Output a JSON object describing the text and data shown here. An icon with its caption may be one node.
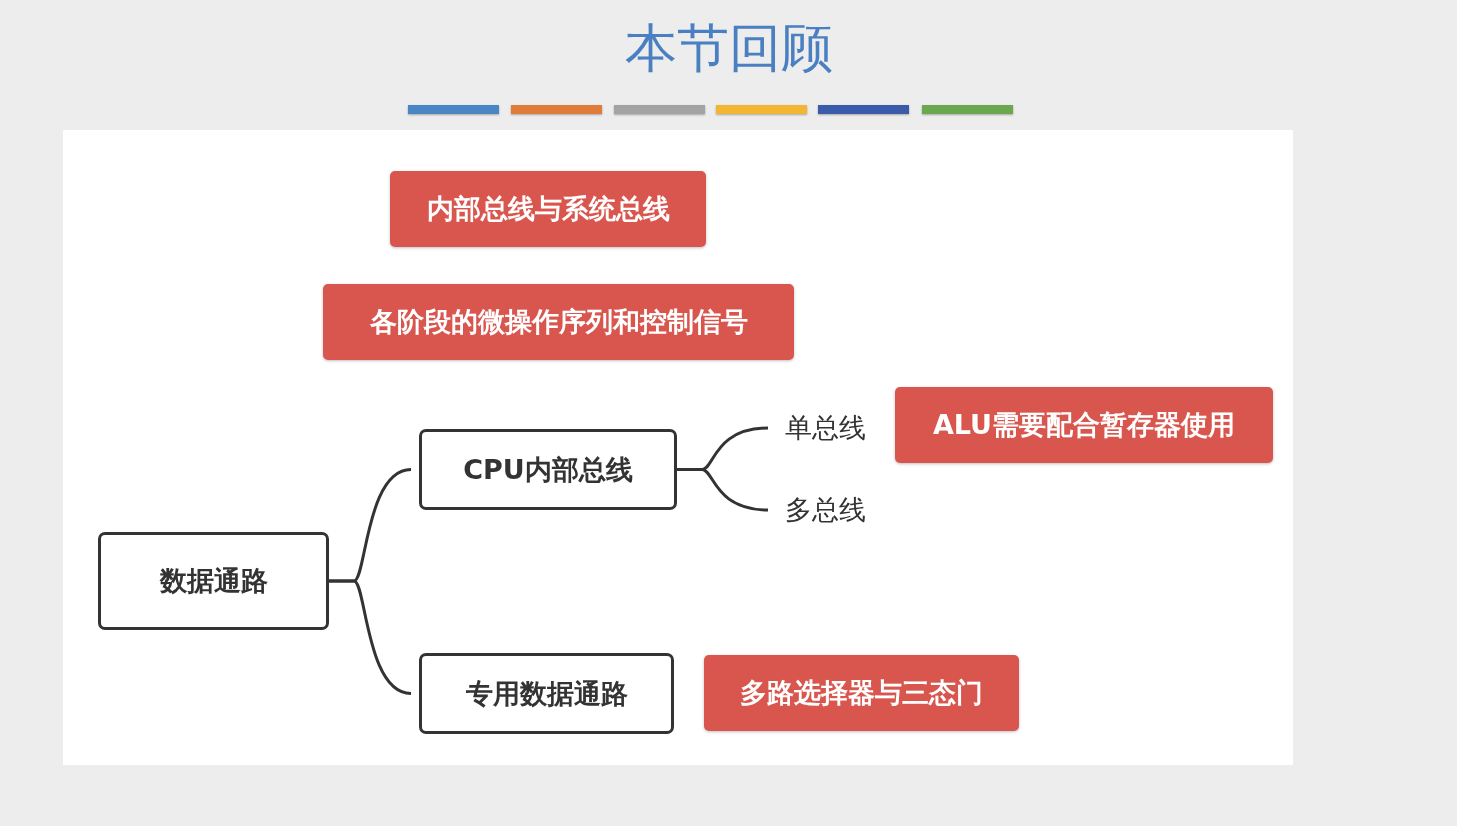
{
  "diagram": {
    "title": "本节回顾",
    "nodes": [
      {
        "text": [
          "内部总线与系统总线"
        ]
      },
      {
        "text": [
          "各阶段的微操作序列和控制信号"
        ]
      },
      {
        "text": [
          "CPU内部总线"
        ]
      },
      {
        "text": [
          "单总线"
        ]
      },
      {
        "text": [
          "ALU需要配合暂存器使用"
        ]
      },
      {
        "text": [
          "多总线"
        ]
      },
      {
        "text": [
          "数据通路"
        ]
      },
      {
        "text": [
          "专用数据通路"
        ]
      },
      {
        "text": [
          "多路选择器与三态门"
        ]
      }
    ],
    "edges": [
      {
        "from": 6,
        "to": 2,
        "arrow": "none"
      },
      {
        "from": 6,
        "to": 7,
        "arrow": "none"
      },
      {
        "from": 2,
        "to": 3,
        "arrow": "none"
      },
      {
        "from": 2,
        "to": 5,
        "arrow": "none"
      }
    ]
  }
}
